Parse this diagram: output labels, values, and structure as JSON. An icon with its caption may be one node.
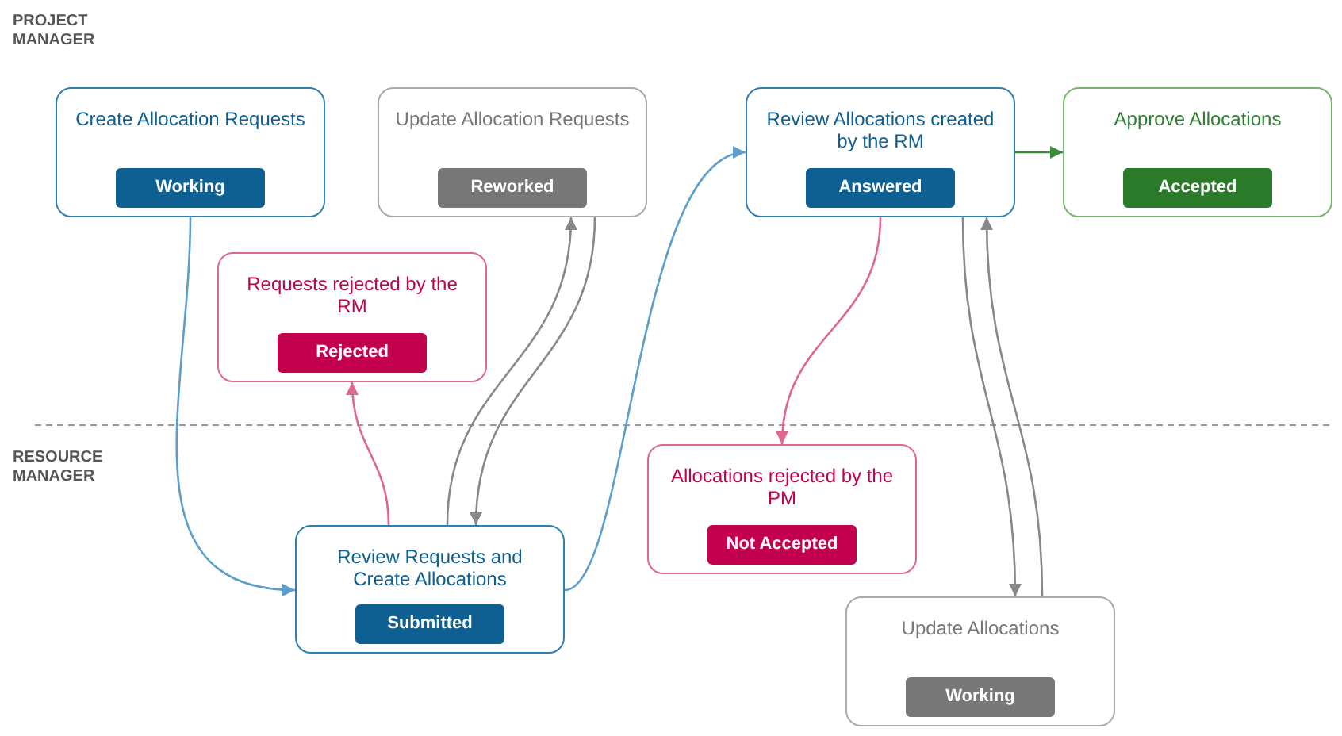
{
  "diagram": {
    "nodes": [
      {
        "text": [
          "Create Allocation Requests",
          "Working"
        ]
      },
      {
        "text": [
          "Update Allocation Requests",
          "Reworked"
        ]
      },
      {
        "text": [
          "Review Allocations created by the RM",
          "Answered"
        ]
      },
      {
        "text": [
          "Approve Allocations",
          "Accepted"
        ]
      },
      {
        "text": [
          "Requests rejected by the RM",
          "Rejected"
        ]
      },
      {
        "text": [
          "Allocations rejected by the PM",
          "Not Accepted"
        ]
      },
      {
        "text": [
          "Review Requests and Create Allocations",
          "Submitted"
        ]
      },
      {
        "text": [
          "Update Allocations",
          "Working"
        ]
      }
    ],
    "edges": [
      {
        "from": 0,
        "to": 6,
        "arrow": "to",
        "color": "#5b9ec9"
      },
      {
        "from": 6,
        "to": 4,
        "arrow": "to",
        "color": "#e0668f"
      },
      {
        "from": 6,
        "to": 1,
        "arrow": "to"
      },
      {
        "from": 1,
        "to": 6,
        "arrow": "to"
      },
      {
        "from": 6,
        "to": 2,
        "arrow": "to",
        "color": "#5b9ec9"
      },
      {
        "from": 2,
        "to": 3,
        "arrow": "to",
        "color": "#3c8a3c"
      },
      {
        "from": 2,
        "to": 5,
        "arrow": "to",
        "color": "#e0668f"
      },
      {
        "from": 2,
        "to": 7,
        "arrow": "to"
      },
      {
        "from": 7,
        "to": 2,
        "arrow": "to"
      }
    ],
    "labels": [
      "PROJECT MANAGER",
      "RESOURCE MANAGER"
    ]
  }
}
